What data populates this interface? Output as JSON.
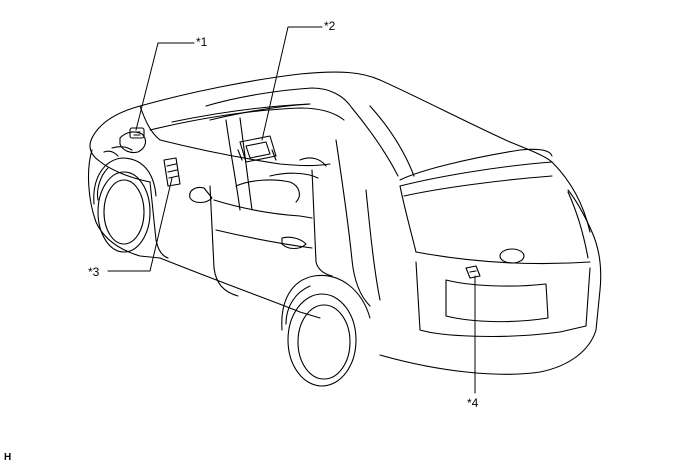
{
  "callouts": {
    "c1": "*1",
    "c2": "*2",
    "c3": "*3",
    "c4": "*4"
  },
  "corner_mark": "H",
  "colors": {
    "line": "#000000",
    "background": "#ffffff"
  }
}
